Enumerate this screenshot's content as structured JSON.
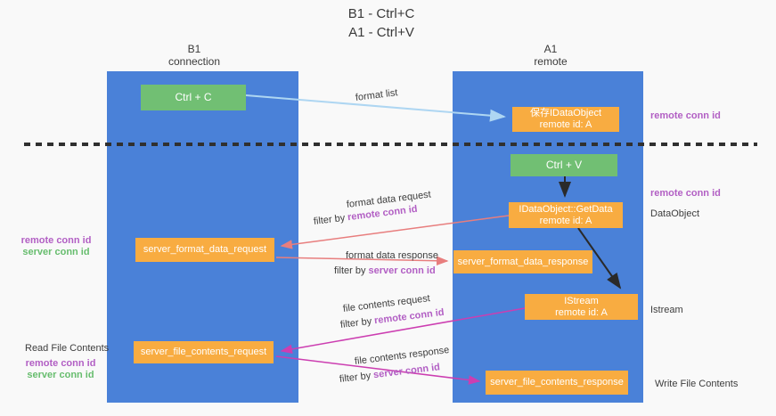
{
  "title": {
    "line1": "B1 - Ctrl+C",
    "line2": "A1 - Ctrl+V"
  },
  "columns": {
    "left": {
      "name": "B1",
      "role": "connection"
    },
    "right": {
      "name": "A1",
      "role": "remote"
    }
  },
  "boxes": {
    "ctrl_c": {
      "label": "Ctrl + C"
    },
    "ctrl_v": {
      "label": "Ctrl + V"
    },
    "store_idataobject": {
      "line1": "保存IDataObject",
      "line2": "remote id: A"
    },
    "idataobject_getdata": {
      "line1": "IDataObject::GetData",
      "line2": "remote id: A"
    },
    "istream": {
      "line1": "IStream",
      "line2": "remote id: A"
    },
    "server_format_data_request": {
      "label": "server_format_data_request"
    },
    "server_format_data_response": {
      "label": "server_format_data_response"
    },
    "server_file_contents_request": {
      "label": "server_file_contents_request"
    },
    "server_file_contents_response": {
      "label": "server_file_contents_response"
    }
  },
  "flow_labels": {
    "format_list": "format list",
    "format_data_request": "format data request",
    "format_data_response": "format data response",
    "file_contents_request": "file contents request",
    "file_contents_response": "file contents response",
    "filter_by": "filter by",
    "remote_conn_id": "remote conn id",
    "server_conn_id": "server conn id"
  },
  "side_labels": {
    "remote_conn_id_top": "remote conn id",
    "remote_conn_id_mid": "remote conn id",
    "dataobject": "DataObject",
    "istream": "Istream",
    "remote_conn_id_left": "remote conn id",
    "server_conn_id_left": "server conn id",
    "read_file_contents": "Read File Contents",
    "remote_conn_id_left2": "remote conn id",
    "server_conn_id_left2": "server conn id",
    "write_file_contents": "Write File Contents"
  },
  "colors": {
    "lifeline_blue": "#4a81d8",
    "action_green": "#71bf73",
    "message_orange": "#f8ac41",
    "remote_conn_purple": "#b25fc4",
    "server_conn_green": "#67bd6e",
    "format_arrow_red": "#e87e7e",
    "file_arrow_magenta": "#cc3eb1",
    "format_list_blue": "#aed6f2",
    "dashed_line": "#303030",
    "background": "#f9f9f9"
  }
}
